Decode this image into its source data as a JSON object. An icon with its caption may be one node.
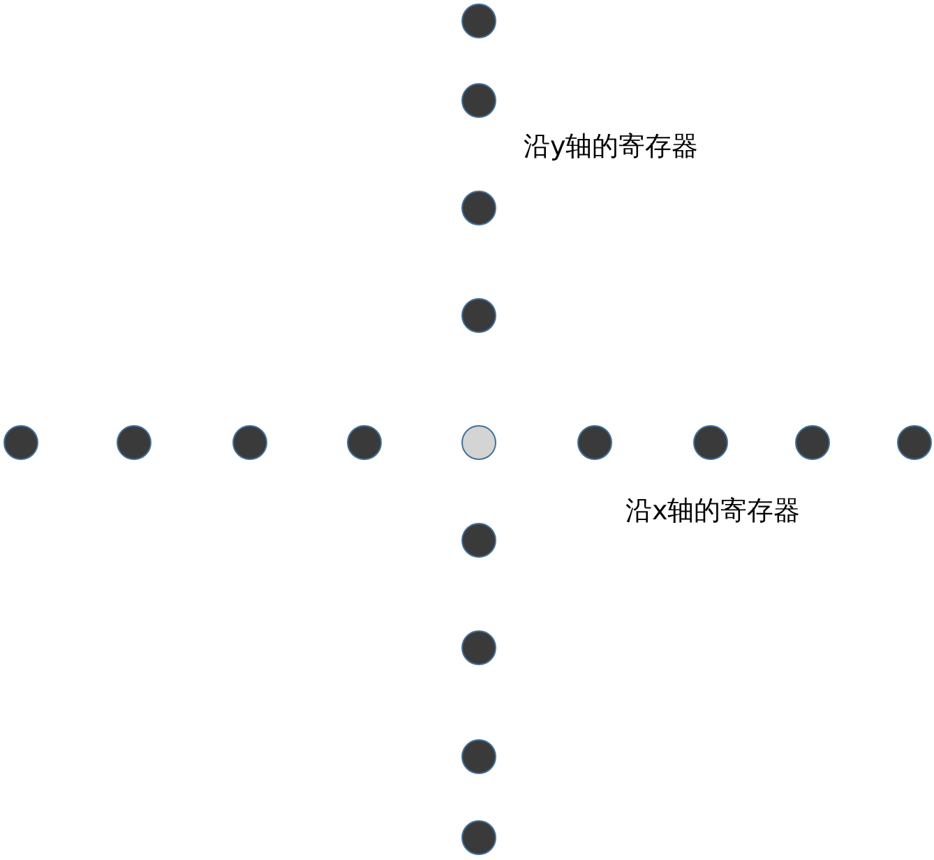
{
  "diagram": {
    "nodes": [
      {
        "text": [],
        "shape": "circle"
      },
      {
        "text": [],
        "shape": "circle"
      },
      {
        "text": [],
        "shape": "circle"
      },
      {
        "text": [],
        "shape": "circle"
      },
      {
        "text": [],
        "shape": "circle"
      },
      {
        "text": [],
        "shape": "circle"
      },
      {
        "text": [],
        "shape": "circle"
      },
      {
        "text": [],
        "shape": "circle"
      },
      {
        "text": [],
        "shape": "circle"
      },
      {
        "text": [],
        "shape": "circle"
      },
      {
        "text": [],
        "shape": "circle"
      },
      {
        "text": [],
        "shape": "circle"
      },
      {
        "text": [],
        "shape": "circle"
      },
      {
        "text": [],
        "shape": "circle"
      },
      {
        "text": [],
        "shape": "circle"
      },
      {
        "text": [],
        "shape": "circle"
      },
      {
        "text": [],
        "shape": "circle"
      }
    ],
    "labels": [
      "沿y轴的寄存器",
      "沿x轴的寄存器"
    ]
  }
}
